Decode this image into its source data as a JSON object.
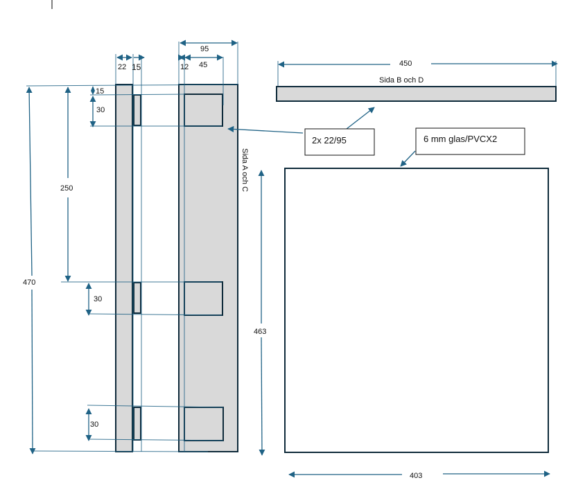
{
  "drawing": {
    "parts": {
      "side_ac_label": "Sida A och C",
      "side_bd_label": "Sida B och D"
    },
    "dimensions": {
      "width_22": "22",
      "width_15": "15",
      "width_12": "12",
      "width_45": "45",
      "width_95": "95",
      "top_offset_15": "15",
      "slot_height_top": "30",
      "spacing_250": "250",
      "total_height_470": "470",
      "slot_height_mid": "30",
      "slot_height_bottom": "30",
      "length_450": "450",
      "glass_height_463": "463",
      "glass_width_403": "403"
    },
    "callouts": {
      "board": "2x 22/95",
      "glass": "6 mm glas/PVCX2"
    }
  }
}
